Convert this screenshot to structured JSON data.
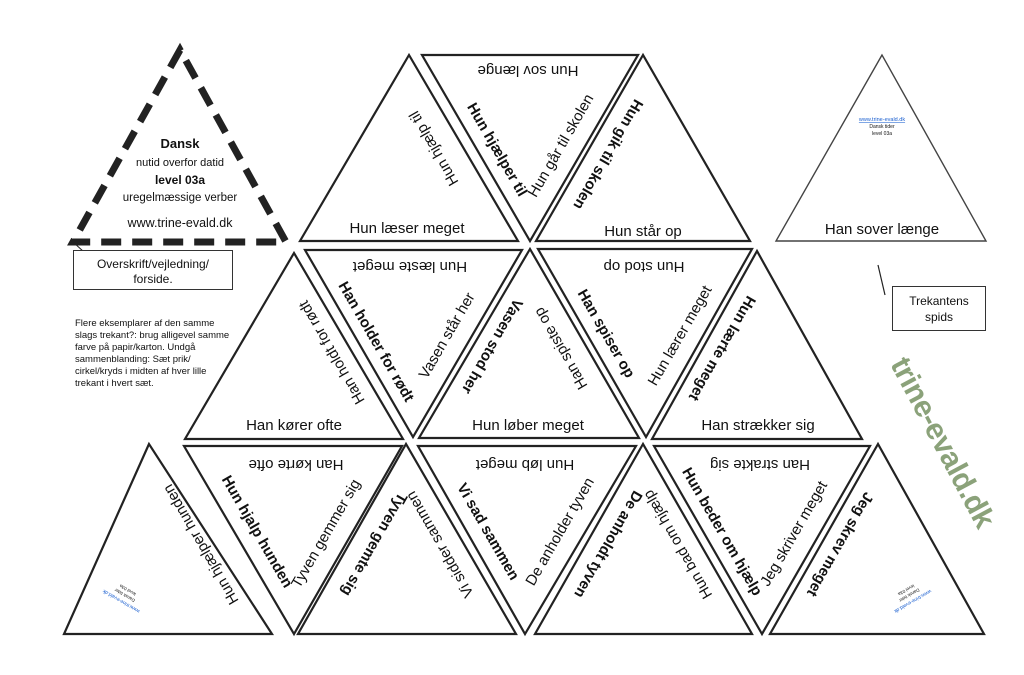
{
  "title_card": {
    "title": "Dansk",
    "line1": "nutid overfor datid",
    "level": "level 03a",
    "line3": "uregelmæssige verber",
    "site": "www.trine-evald.dk"
  },
  "header_box": "Overskrift/vejledning/ forside.",
  "instructions": "Flere eksemplarer af den samme slags trekant?: brug alligevel samme farve på papir/karton. Undgå sammenblanding: Sæt prik/ cirkel/kryds i midten af hver lille trekant i hvert sæt.",
  "tip_box": "Trekantens spids",
  "mini_card": {
    "site": "www.trine-evald.dk",
    "line1": "Dansk tider",
    "line2": "level 03a"
  },
  "watermark": "trine-evald.dk",
  "cards": {
    "r1a_base": "Hun læser meget",
    "r1a_right": "Hun hjælp til",
    "r1b_top": "Hun sov længe",
    "r1b_left": "Hun hjælper til",
    "r1b_right": "Hun går til skolen",
    "r1c_left": "Hun gik til skolen",
    "r1c_base": "Hun står op",
    "r1d_base": "Han sover længe",
    "r2a_right": "Han holdt for rødt",
    "r2a_base": "Han kører ofte",
    "r2b_top": "Hun læste meget",
    "r2b_left": "Han holder for rødt",
    "r2b_right": "Vasen står her",
    "r2c_left": "Vasen stod her",
    "r2c_right": "Han spiste op",
    "r2c_base": "Hun løber meget",
    "r2d_top": "Hun stod op",
    "r2d_left": "Han spiser op",
    "r2d_right": "Hun lærer meget",
    "r2e_left": "Hun lærte meget",
    "r2e_base": "Han strækker sig",
    "r3a_right": "Hun hjælper hunden",
    "r3b_top": "Han kørte ofte",
    "r3b_left": "Hun hjalp hunden",
    "r3b_right": "Tyven gemmer sig",
    "r3c_left": "Tyven gemte sig",
    "r3c_right": "Vi sidder sammen",
    "r3d_top": "Hun løb meget",
    "r3d_left": "Vi sad sammen",
    "r3d_right": "De anholder tyven",
    "r3e_left": "De anholdt tyven",
    "r3e_right": "Hun bad om hjælp",
    "r3f_top": "Han strakte sig",
    "r3f_left": "Hun beder om hjælp",
    "r3f_right": "Jeg skriver meget",
    "r3g_left": "Jeg skrev meget"
  }
}
